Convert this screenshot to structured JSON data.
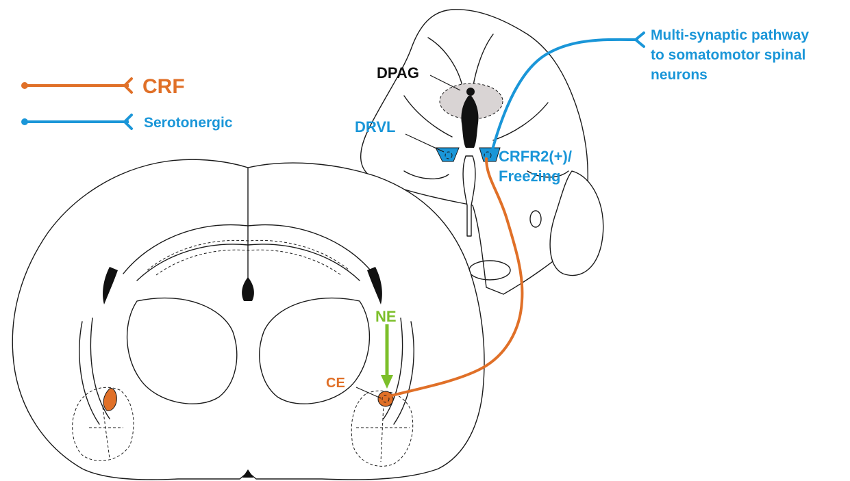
{
  "colors": {
    "crf": "#e07028",
    "serotonergic": "#1a96d8",
    "ne": "#7cbf2a",
    "ink": "#111111",
    "dpag_fill": "#d9d4d4"
  },
  "legend": [
    {
      "label": "CRF",
      "color": "#e07028"
    },
    {
      "label": "Serotonergic",
      "color": "#1a96d8"
    }
  ],
  "labels": {
    "dpag": "DPAG",
    "drvl": "DRVL",
    "crfr2_line1": "CRFR2(+)/",
    "crfr2_line2": "Freezing",
    "pathway_line1": "Multi-synaptic pathway",
    "pathway_line2": "to somatomotor spinal",
    "pathway_line3": "neurons",
    "ne": "NE",
    "ce": "CE"
  }
}
